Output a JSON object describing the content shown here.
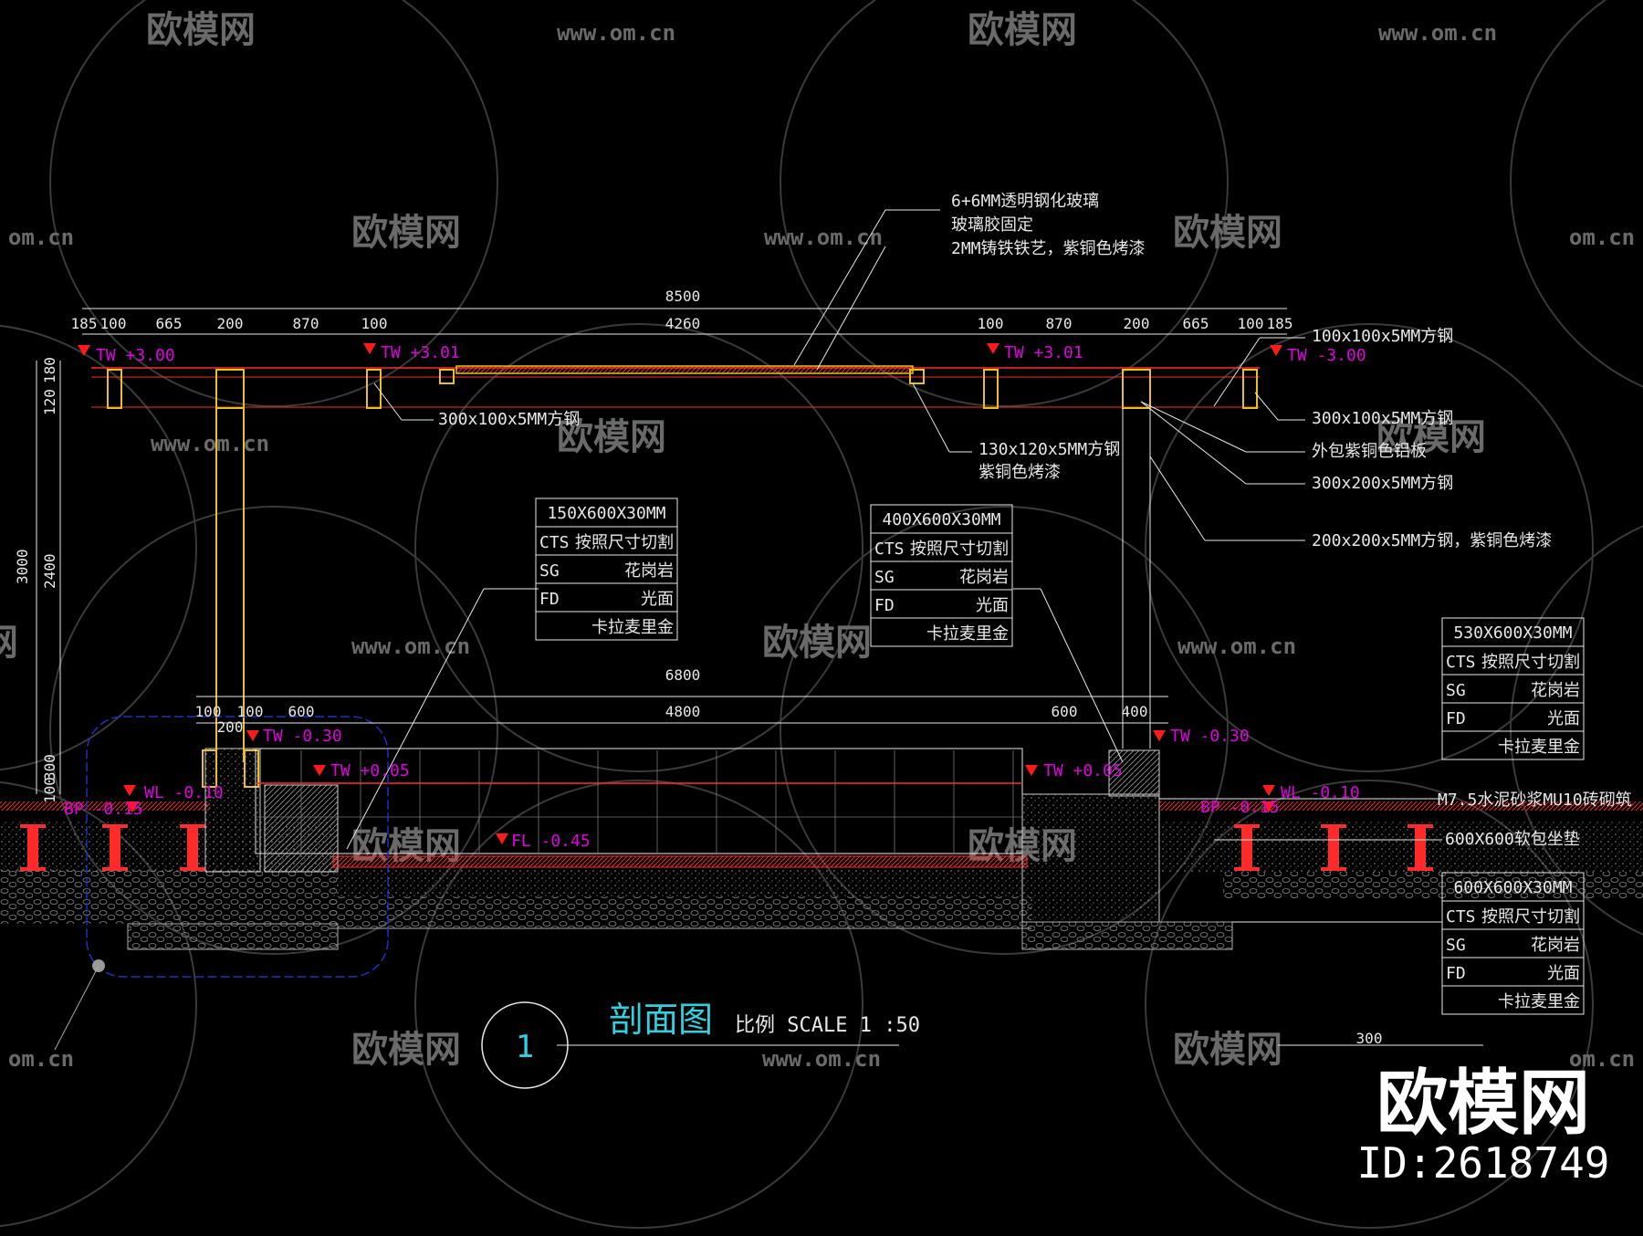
{
  "watermark": {
    "brand": "欧模网",
    "url": "www.om.cn",
    "url_short": "om.cn",
    "corner_brand": "欧模网",
    "corner_id": "ID:2618749"
  },
  "dimensions": {
    "total_top": "8500",
    "top_row": [
      "185",
      "100",
      "665",
      "200",
      "870",
      "100",
      "4260",
      "100",
      "870",
      "200",
      "665",
      "100",
      "185"
    ],
    "left_vertical": [
      "3000",
      "2400",
      "120",
      "180",
      "100",
      "300"
    ],
    "pool_total": "6800",
    "pool_row": [
      "100",
      "100",
      "600",
      "4800",
      "600",
      "400"
    ],
    "pool_sub": "200",
    "bottom_right": "300"
  },
  "levels": {
    "tw_left": "TW +3.00",
    "tw_mid_left": "TW +3.01",
    "tw_mid_right": "TW +3.01",
    "tw_right": "TW -3.00",
    "tw_pool_left": "TW -0.30",
    "tw_pool_inner": "TW +0.05",
    "tw_pool_inner_right": "TW +0.05",
    "tw_pool_right": "TW -0.30",
    "wl_left": "WL -0.10",
    "bp_left": "BP -0.15",
    "wl_right": "WL -0.10",
    "bp_right": "BP -0.15",
    "fl": "FL -0.45"
  },
  "callouts": {
    "glass_1": "6+6MM透明钢化玻璃",
    "glass_2": "玻璃胶固定",
    "glass_3": "2MM铸铁铁艺，紫铜色烤漆",
    "steel_300x100_left": "300x100x5MM方钢",
    "steel_130x120_1": "130x120x5MM方钢",
    "steel_130x120_2": "紫铜色烤漆",
    "steel_100x100": "100x100x5MM方钢",
    "steel_300x100_right": "300x100x5MM方钢",
    "copper_plate": "外包紫铜色铝板",
    "steel_300x200": "300x200x5MM方钢",
    "steel_200x200": "200x200x5MM方钢，紫铜色烤漆",
    "mortar": "M7.5水泥砂浆MU10砖砌筑",
    "cushion": "600X600软包坐垫"
  },
  "tables": [
    {
      "title": "150X600X30MM",
      "rows": [
        [
          "CTS",
          "按照尺寸切割"
        ],
        [
          "SG",
          "花岗岩"
        ],
        [
          "FD",
          "光面"
        ],
        [
          "",
          "卡拉麦里金"
        ]
      ]
    },
    {
      "title": "400X600X30MM",
      "rows": [
        [
          "CTS",
          "按照尺寸切割"
        ],
        [
          "SG",
          "花岗岩"
        ],
        [
          "FD",
          "光面"
        ],
        [
          "",
          "卡拉麦里金"
        ]
      ]
    },
    {
      "title": "530X600X30MM",
      "rows": [
        [
          "CTS",
          "按照尺寸切割"
        ],
        [
          "SG",
          "花岗岩"
        ],
        [
          "FD",
          "光面"
        ],
        [
          "",
          "卡拉麦里金"
        ]
      ]
    },
    {
      "title": "600X600X30MM",
      "rows": [
        [
          "CTS",
          "按照尺寸切割"
        ],
        [
          "SG",
          "花岗岩"
        ],
        [
          "FD",
          "光面"
        ],
        [
          "",
          "卡拉麦里金"
        ]
      ]
    }
  ],
  "title_block": {
    "number": "1",
    "title": "剖面图",
    "scale": "比例 SCALE 1 :50"
  },
  "colors": {
    "background": "#000000",
    "structure_yellow": "#e8c020",
    "level_red": "#ff1a1a",
    "level_text_magenta": "#e000e0",
    "title_cyan": "#30d0e0",
    "detail_blue": "#2030c0",
    "line_white": "#e8e8e8"
  }
}
